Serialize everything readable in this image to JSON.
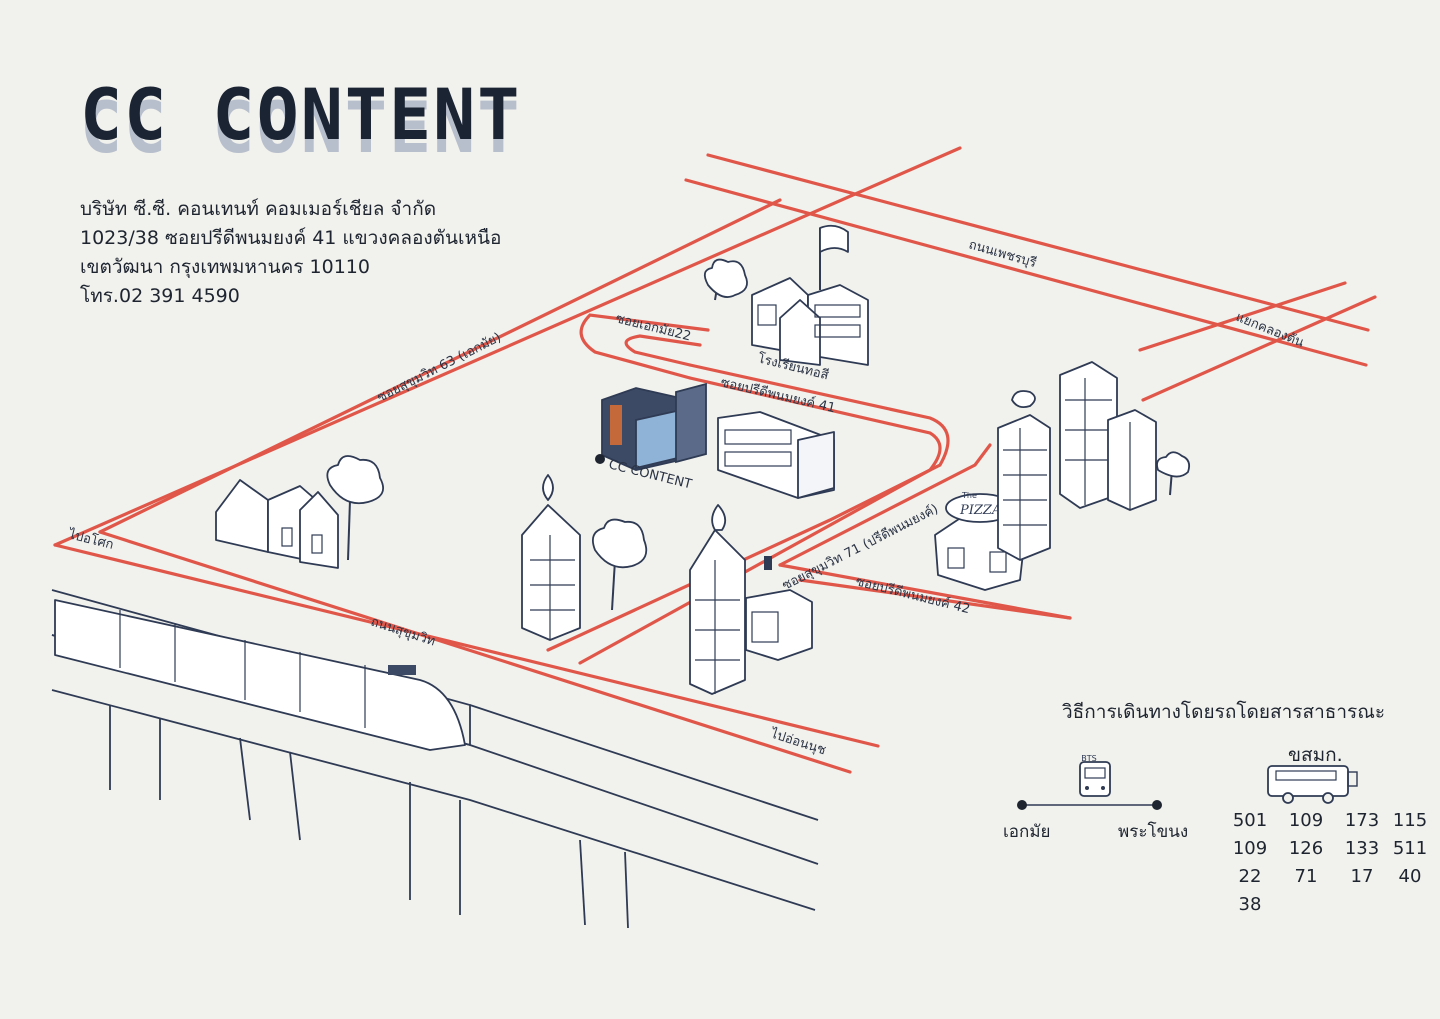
{
  "title": "CC CONTENT",
  "company": {
    "name": "บริษัท ซี.ซี. คอนเทนท์ คอมเมอร์เชียล จำกัด",
    "address_line1": "1023/38 ซอยปรีดีพนมยงค์ 41 แขวงคลองตันเหนือ",
    "address_line2": "เขตวัฒนา กรุงเทพมหานคร 10110",
    "phone": "โทร.02 391 4590"
  },
  "map": {
    "roads": {
      "phetchaburi": "ถนนเพชรบุรี",
      "khlong_tan": "แยกคลองตัน",
      "ekkamai22": "ซอยเอกมัย22",
      "sukhumvit63": "ซอยสุขุมวิท 63 (เอกมัย)",
      "pridi41": "ซอยปรีดีพนมยงค์ 41",
      "sukhumvit71": "ซอยสุขุมวิท 71 (ปรีดีพนมยงค์)",
      "pridi42": "ซอยปรีดีพนมยงค์ 42",
      "sukhumvit": "ถนนสุขุมวิท",
      "to_khlong_toei": "ไปอโศก",
      "to_on_nut": "ไปอ่อนนุช"
    },
    "landmarks": {
      "school": "โรงเรียนทอสี",
      "cc_content": "CC CONTENT",
      "pizza_top": "The",
      "pizza_main": "PIZZA"
    }
  },
  "transit": {
    "title": "วิธีการเดินทางโดยรถโดยสารสาธารณะ",
    "bts": {
      "badge": "BTS",
      "from": "เอกมัย",
      "to": "พระโขนง"
    },
    "bus": {
      "title": "ขสมก.",
      "lines": [
        "501",
        "109",
        "173",
        "115",
        "109",
        "126",
        "133",
        "511",
        "22",
        "71",
        "17",
        "40",
        "38"
      ]
    }
  },
  "colors": {
    "background": "#f1f1ed",
    "road": "#e0574a",
    "line_art": "#2f3b54",
    "title": "#1b2433",
    "title_shadow": "#b8bfcc"
  }
}
